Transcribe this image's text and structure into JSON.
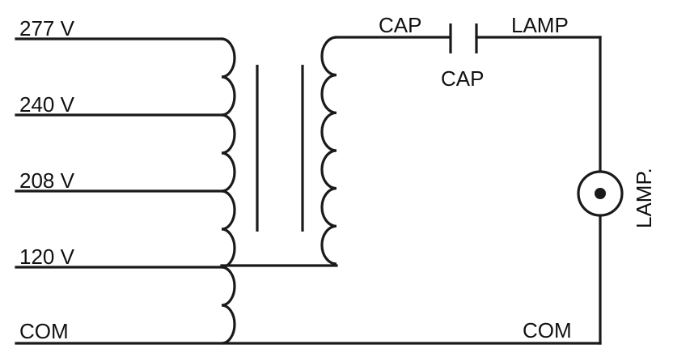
{
  "taps": [
    {
      "label": "277 V"
    },
    {
      "label": "240 V"
    },
    {
      "label": "208 V"
    },
    {
      "label": "120 V"
    },
    {
      "label": "COM"
    }
  ],
  "capacitor": {
    "left_label": "CAP",
    "below_label": "CAP",
    "right_label": "LAMP"
  },
  "lamp": {
    "label": "LAMP."
  },
  "com_right": {
    "label": "COM"
  },
  "colors": {
    "line": "#1a1a1a",
    "text": "#111111",
    "background": "#ffffff"
  }
}
